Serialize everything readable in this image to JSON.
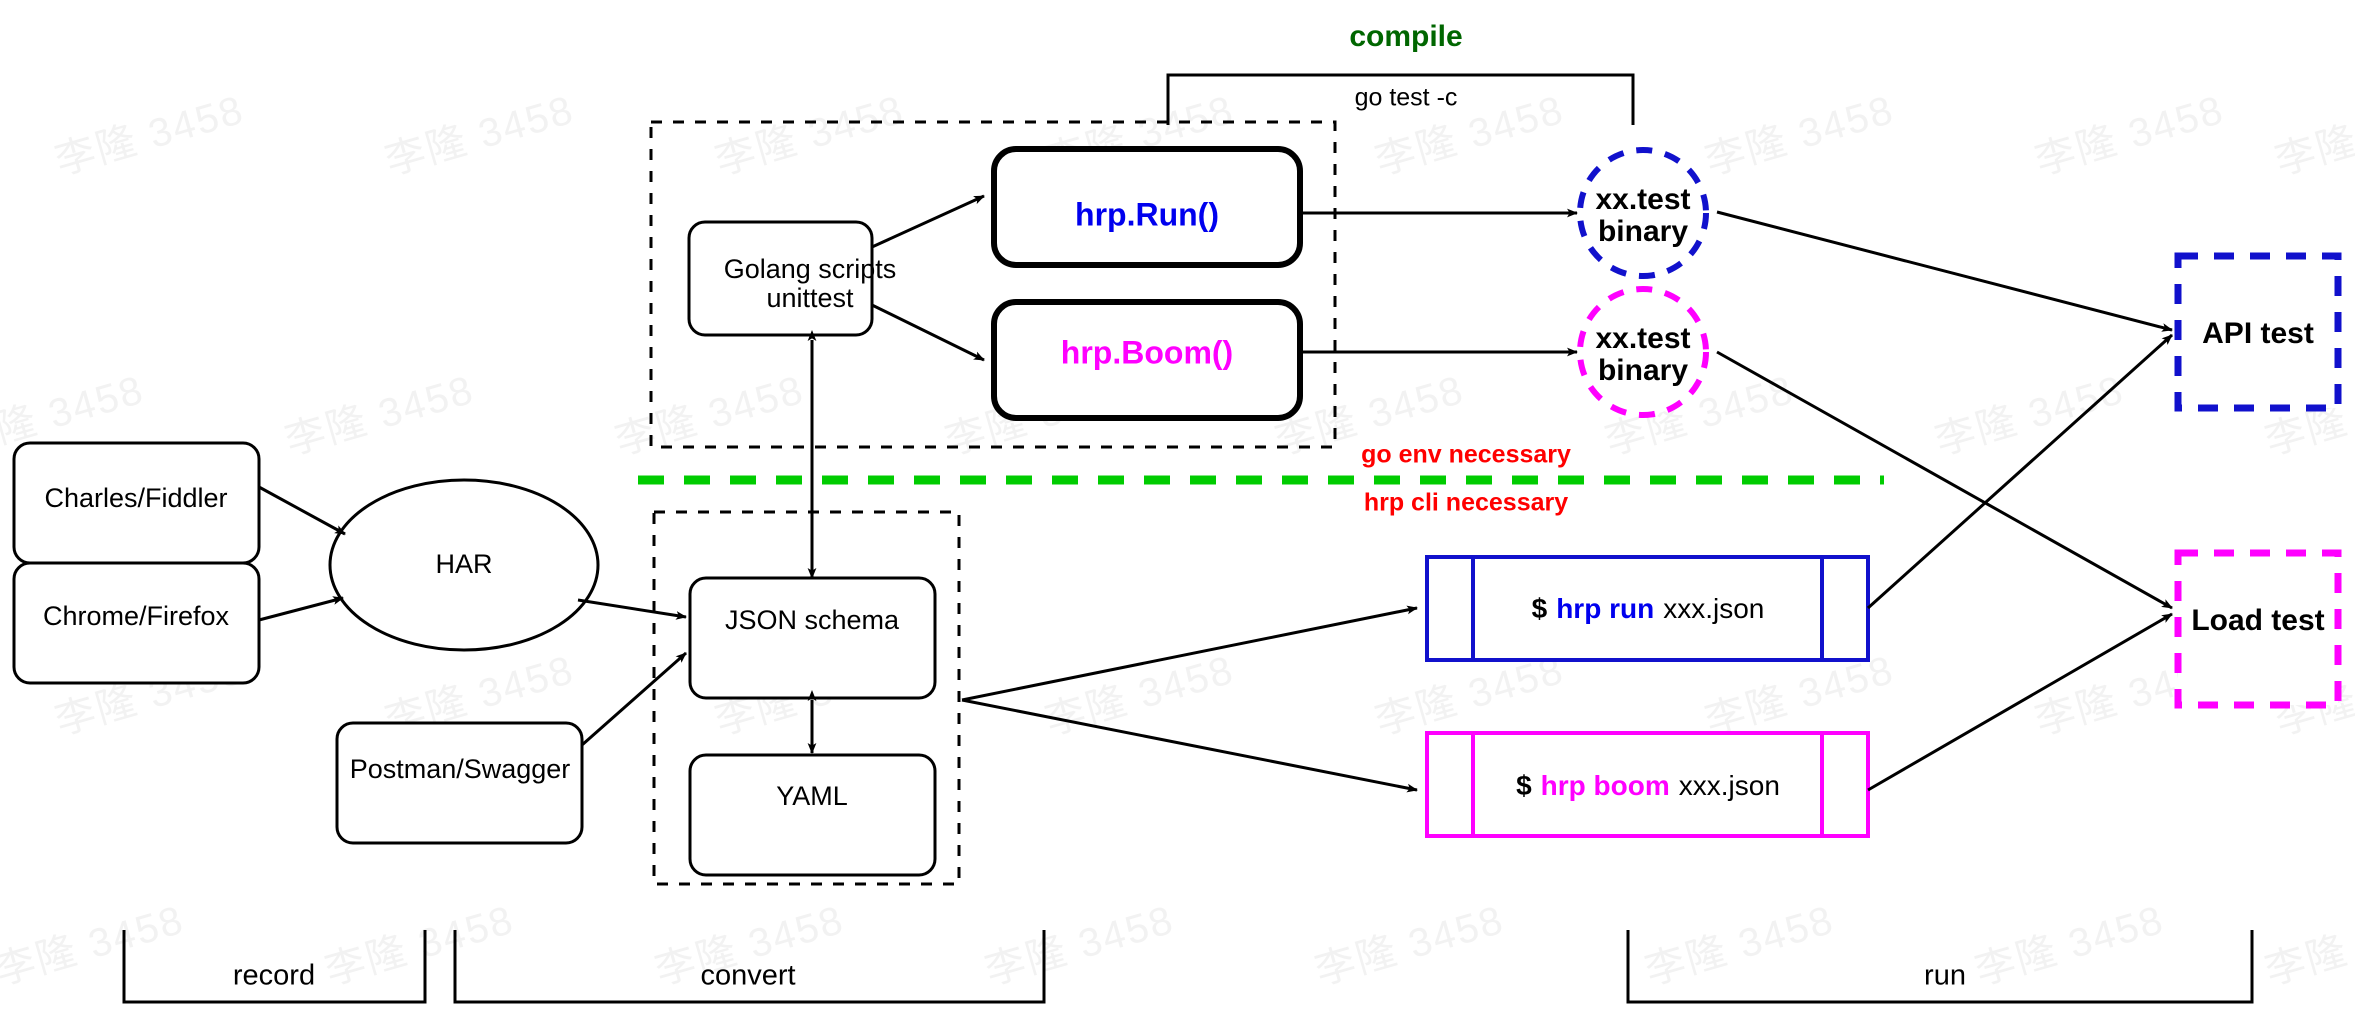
{
  "watermark": {
    "text": "李隆 3458"
  },
  "labels": {
    "compile": "compile",
    "go_test_c": "go test -c",
    "go_env_necessary": "go env necessary",
    "hrp_cli_necessary": "hrp cli necessary"
  },
  "nodes": {
    "charles_fiddler": "Charles/Fiddler",
    "chrome_firefox": "Chrome/Firefox",
    "har": "HAR",
    "postman_swagger": "Postman/Swagger",
    "golang_scripts_line1": "Golang scripts",
    "golang_scripts_line2": "unittest",
    "hrp_run_fn": "hrp.Run()",
    "hrp_boom_fn": "hrp.Boom()",
    "json_schema": "JSON schema",
    "yaml": "YAML",
    "xx_test_binary_blue_line1": "xx.test",
    "xx_test_binary_blue_line2": "binary",
    "xx_test_binary_magenta_line1": "xx.test",
    "xx_test_binary_magenta_line2": "binary",
    "api_test": "API test",
    "load_test": "Load test"
  },
  "commands": {
    "run": {
      "prompt": "$",
      "cmd": "hrp run",
      "arg": "xxx.json"
    },
    "boom": {
      "prompt": "$",
      "cmd": "hrp boom",
      "arg": "xxx.json"
    }
  },
  "phases": {
    "record": "record",
    "convert": "convert",
    "run": "run"
  },
  "colors": {
    "blue": "#0000ee",
    "magenta": "#ff00ff",
    "green": "#00cc00",
    "dark_green": "#006600",
    "red": "#ff0000",
    "black": "#000000",
    "background": "#ffffff"
  }
}
